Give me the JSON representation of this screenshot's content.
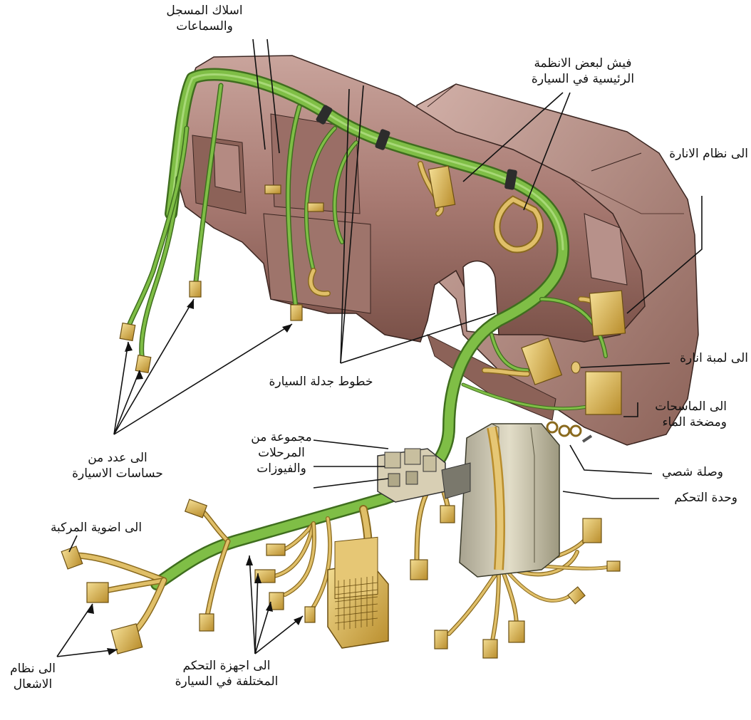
{
  "labels": {
    "radio_wires": [
      "اسلاك المسجل",
      "والسماعات"
    ],
    "main_system_plugs": [
      "فيش لبعض الانظمة",
      "الرئيسية في السيارة"
    ],
    "lighting_system": [
      "الى نظام الانارة"
    ],
    "lamp": [
      "الى لمبة انارة"
    ],
    "wipers": [
      "الى الماسحات",
      "ومضخة الماء"
    ],
    "ground": [
      "وصلة شصي"
    ],
    "control_unit": [
      "وحدة التحكم"
    ],
    "relays_fuses": [
      "مجموعة من",
      "المرحلات",
      "والفيوزات"
    ],
    "harness_lines": [
      "خطوط جدلة السيارة"
    ],
    "sensors": [
      "الى عدد من",
      "حساسات الاسيارة"
    ],
    "assembly_lights": [
      "الى اضوية المركبة"
    ],
    "ignition": [
      "الى نظام",
      "الاشعال"
    ],
    "control_devices": [
      "الى اجهزة التحكم",
      "المختلفة في السيارة"
    ]
  },
  "colors": {
    "dashboard": "#a87a72",
    "dashboard_dark": "#7a5148",
    "dashboard_light": "#c9a49c",
    "harness_green": "#6fa83a",
    "harness_green_dark": "#3f6e1e",
    "connector_gold": "#d9b55a",
    "connector_dark": "#8a6a1e",
    "module_gray": "#c9c4b0"
  }
}
